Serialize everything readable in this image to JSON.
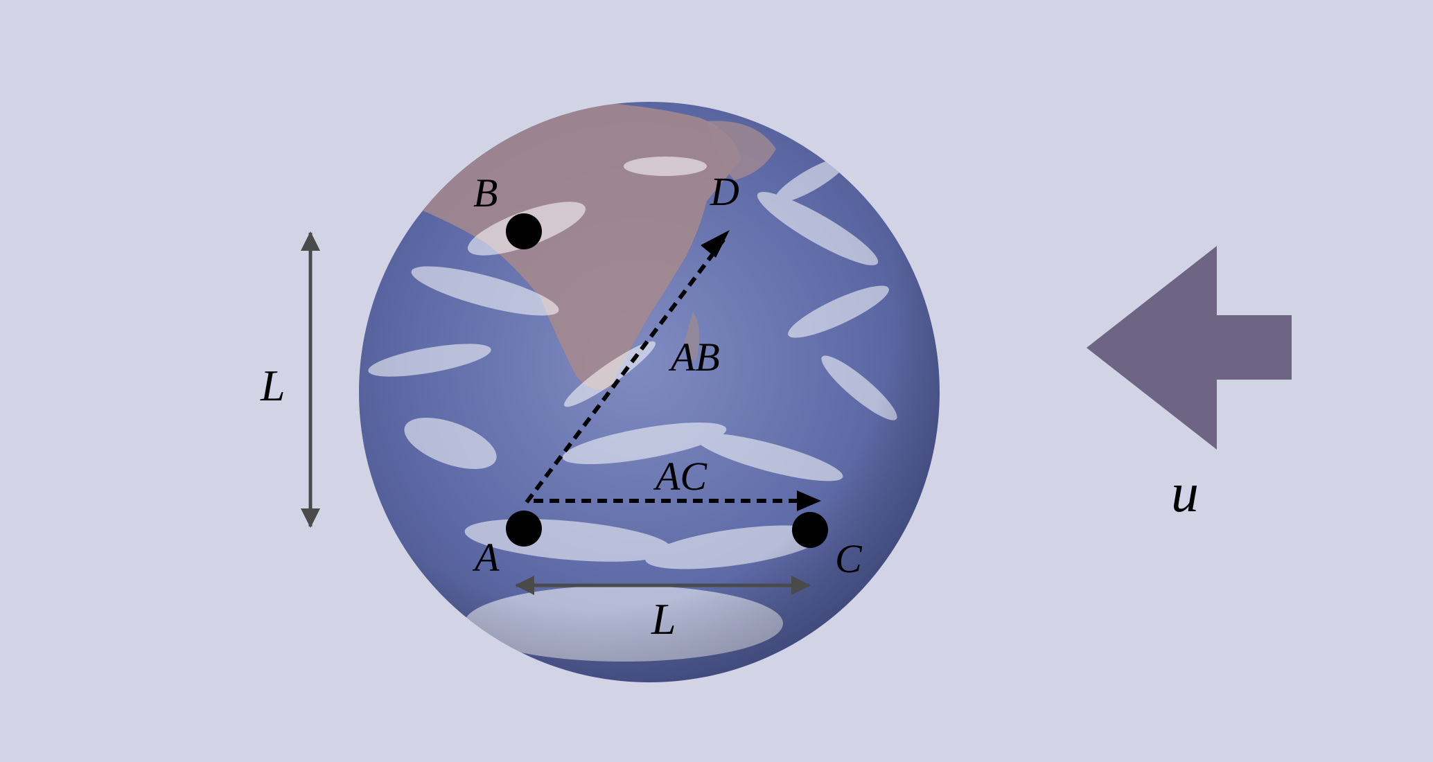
{
  "colors": {
    "background": "#d2d4e6",
    "earth_ocean": "#5d6aa6",
    "earth_land": "#a88c86",
    "cloud": "#ffffff",
    "point": "#000000",
    "vector": "#000000",
    "dimension_arrow": "#4a4a4a",
    "wind_arrow": "#6e6585"
  },
  "points": {
    "A": "A",
    "B": "B",
    "C": "C",
    "D": "D"
  },
  "vectors": {
    "AB": "AB",
    "AC": "AC"
  },
  "dimensions": {
    "vertical": "L",
    "horizontal": "L"
  },
  "wind": {
    "label": "u",
    "icon": "left-arrow-icon"
  },
  "earth": {
    "icon": "earth-globe-icon"
  }
}
